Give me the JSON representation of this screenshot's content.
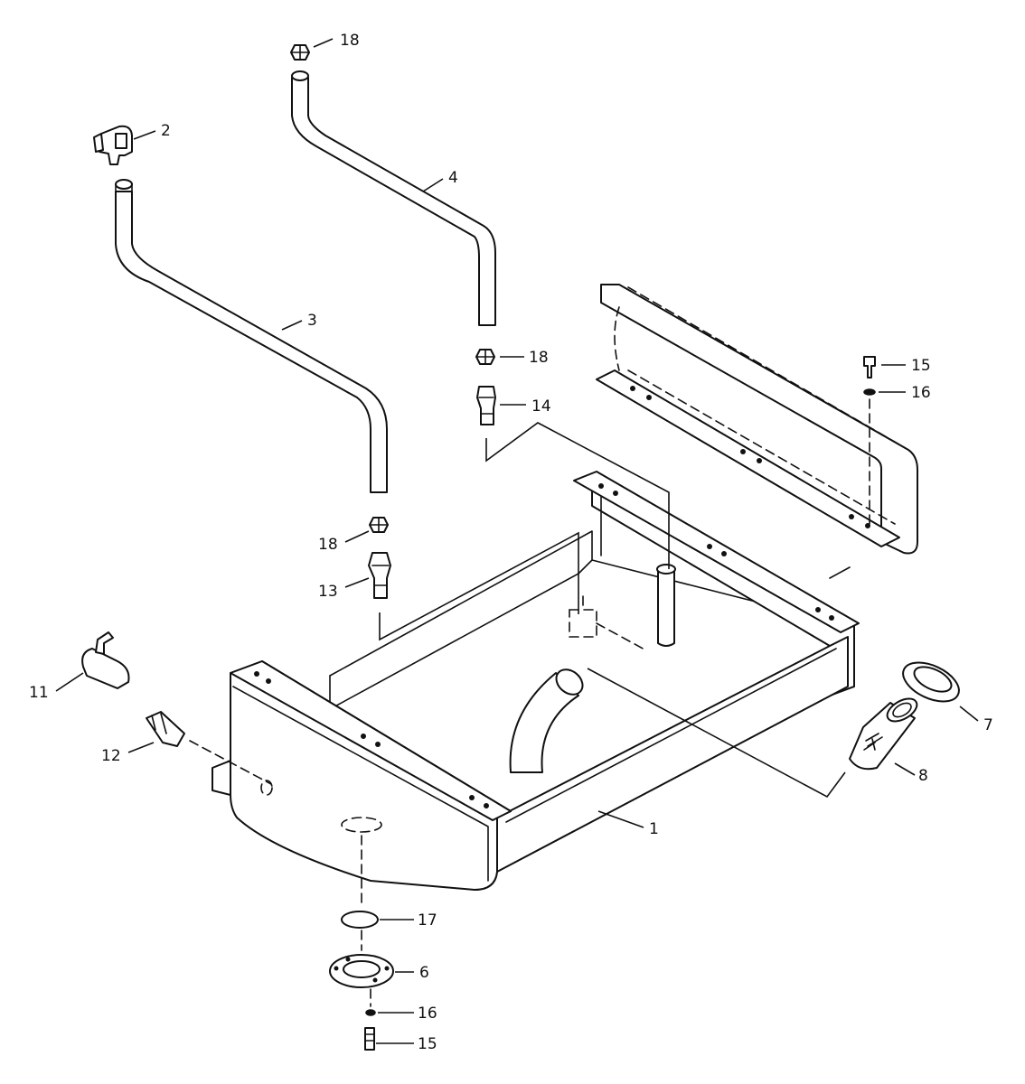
{
  "diagram": {
    "callouts": [
      {
        "id": "c18a",
        "text": "18"
      },
      {
        "id": "c2",
        "text": "2"
      },
      {
        "id": "c4",
        "text": "4"
      },
      {
        "id": "c3",
        "text": "3"
      },
      {
        "id": "c18b",
        "text": "18"
      },
      {
        "id": "c14",
        "text": "14"
      },
      {
        "id": "c15a",
        "text": "15"
      },
      {
        "id": "c16a",
        "text": "16"
      },
      {
        "id": "c18c",
        "text": "18"
      },
      {
        "id": "c13",
        "text": "13"
      },
      {
        "id": "c11",
        "text": "11"
      },
      {
        "id": "c12",
        "text": "12"
      },
      {
        "id": "c7",
        "text": "7"
      },
      {
        "id": "c8",
        "text": "8"
      },
      {
        "id": "c1",
        "text": "1"
      },
      {
        "id": "c17",
        "text": "17"
      },
      {
        "id": "c6",
        "text": "6"
      },
      {
        "id": "c16b",
        "text": "16"
      },
      {
        "id": "c15b",
        "text": "15"
      }
    ]
  }
}
